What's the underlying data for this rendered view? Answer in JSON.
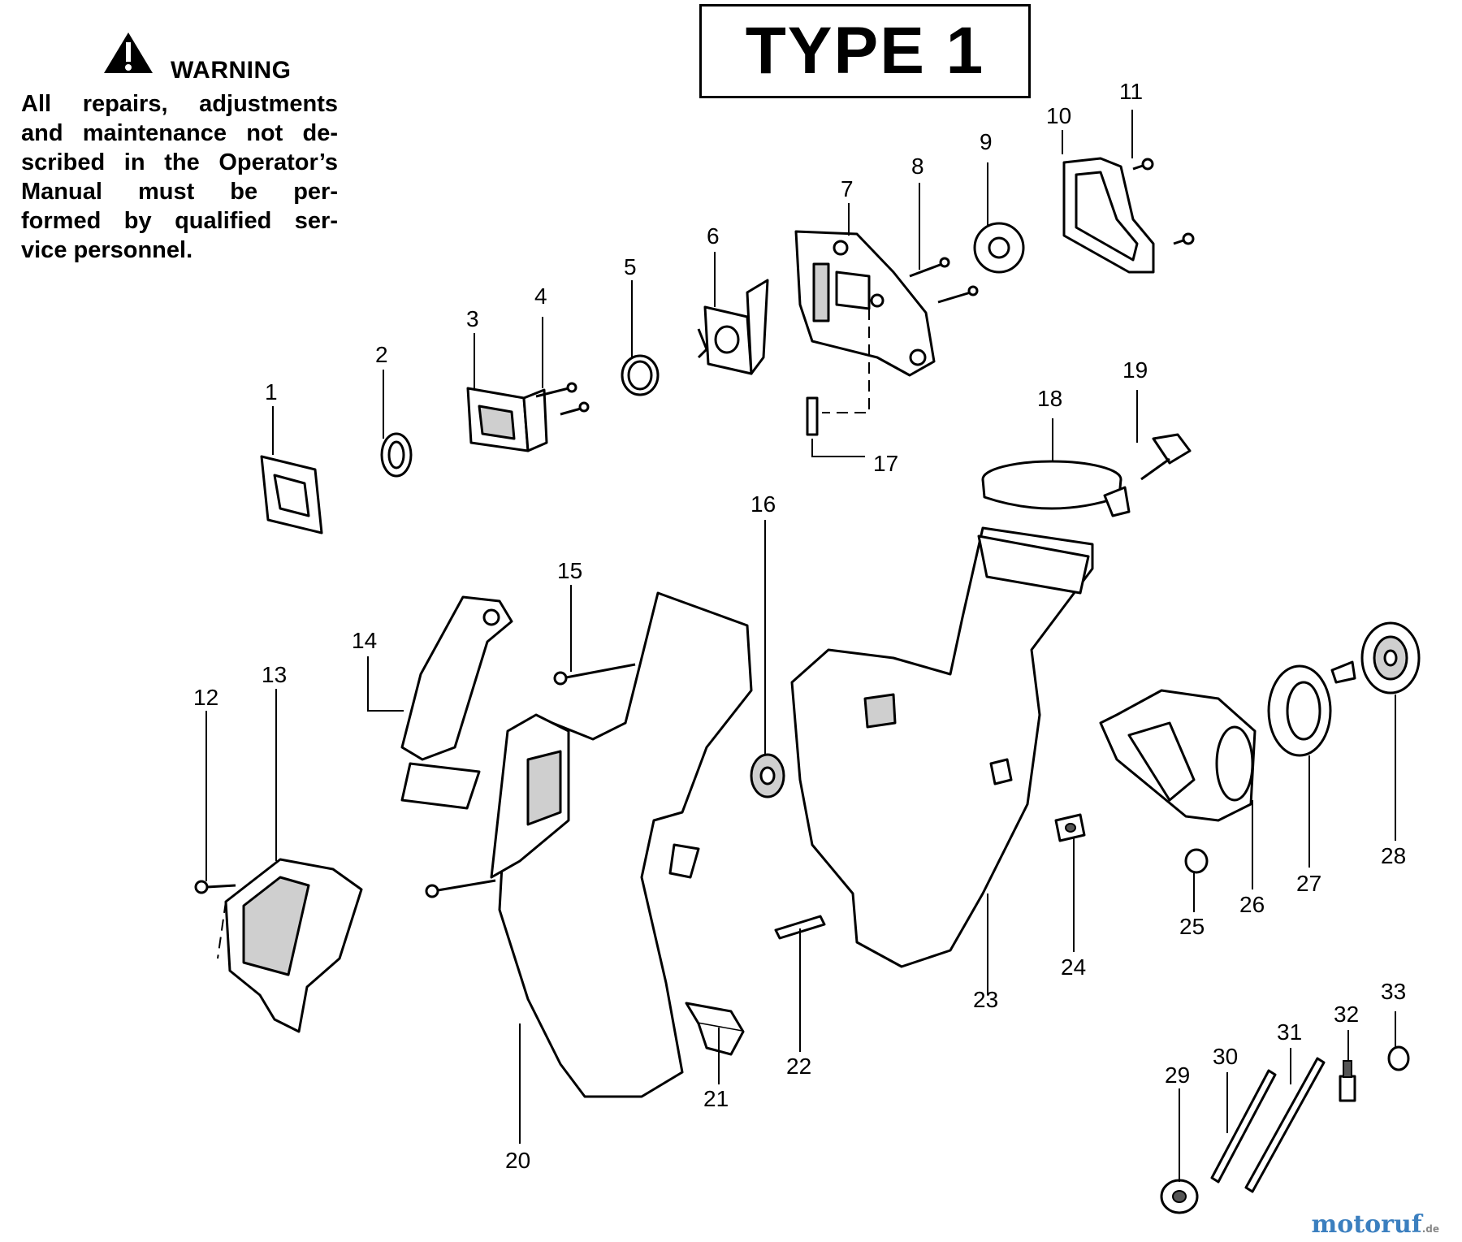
{
  "warning": {
    "title": "WARNING",
    "lines": [
      "All  repairs,  adjustments",
      "and maintenance not de-",
      "scribed in the Operator’s",
      "Manual   must   be   per-",
      "formed by qualified  ser-",
      "vice personnel."
    ]
  },
  "type_label": "TYPE 1",
  "brand": {
    "name": "motoruf",
    "tld": ".de"
  },
  "callouts": [
    "1",
    "2",
    "3",
    "4",
    "5",
    "6",
    "7",
    "8",
    "9",
    "10",
    "11",
    "12",
    "13",
    "14",
    "15",
    "16",
    "17",
    "18",
    "19",
    "20",
    "21",
    "22",
    "23",
    "24",
    "25",
    "26",
    "27",
    "28",
    "29",
    "30",
    "31",
    "32",
    "33"
  ]
}
